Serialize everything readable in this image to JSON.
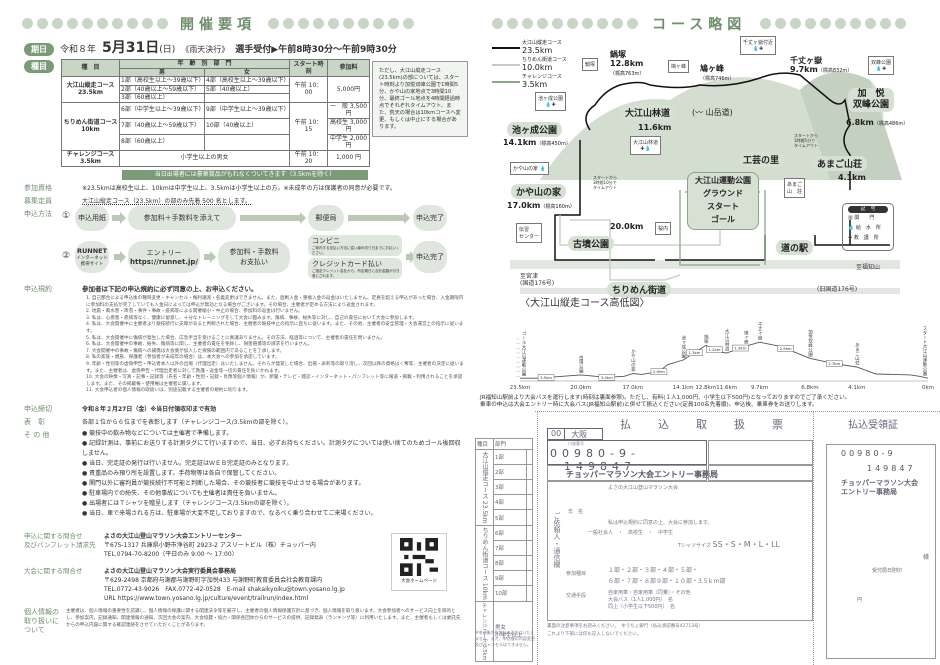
{
  "left": {
    "title": "開催要項",
    "date": {
      "label": "期日",
      "era": "令和８年",
      "date": "5月31日",
      "weekday": "(日)",
      "weather": "《雨天決行》",
      "reception": "選手受付▶午前8時30分〜午前9時30分"
    },
    "events": {
      "label": "種目",
      "headers": {
        "event": "種　目",
        "age": "年　齢　別　部　門",
        "male": "男",
        "female": "女",
        "start": "スタート時刻",
        "fee": "参加料"
      },
      "rows": [
        {
          "name": "大江山縦走コース",
          "dist": "23.5km",
          "male": [
            "1部（高校生以上〜39歳以下）",
            "2部（40歳以上〜59歳以下）",
            "3部（60歳以上）"
          ],
          "female": [
            "4部（高校生以上〜39歳以下）",
            "5部（40歳以上）",
            ""
          ],
          "start": "午前 10：00",
          "fee": [
            "5,000円"
          ]
        },
        {
          "name": "ちりめん街道コース",
          "dist": "10km",
          "male": [
            "6部（中学生以上〜39歳以下）",
            "7部（40歳以上〜59歳以下）",
            "8部（60歳以上）"
          ],
          "female": [
            "9部（中学生以上〜39歳以下）",
            "10部（40歳以上）",
            ""
          ],
          "start": "午前 10：15",
          "fee": [
            "一　般 3,500円",
            "高校生 3,000円",
            "中学生 2,000円"
          ]
        },
        {
          "name": "チャレンジコース3.5km",
          "dist": "",
          "all": "小学生以上の男女",
          "start": "午前 10：20",
          "fee": [
            "1,000 円"
          ]
        }
      ],
      "note": "ただし、大江山縦走コース(23.5km)の部については、スタート時刻より加悦双峰公園で1時間5分、かや山の家地点で3時間10分、最終ゴール地点を4時間経過時点でそれぞれタイムアウト、また、荒天の場合は10kmコースへ変更、もしくは中止にする場合があります。",
      "banner": "当日出場者には豪華賞品がもれなくついてきます（3.5kmを除く）"
    },
    "eligibility": {
      "label": "参加資格",
      "text": "※23.5kmは高校生以上、10kmは中学生以上、3.5kmは小学生以上の方。※未成年の方は保護者の同意が必要です。"
    },
    "capacity": {
      "label": "募集定員",
      "text": "大江山縦走コース（23.5km）の部のみ先着 500 名とします。"
    },
    "method": {
      "label": "申込方法",
      "flow1": {
        "num": "①",
        "steps": [
          "申込用紙",
          "参加料＋手数料を添えて",
          "郵便局",
          "申込完了"
        ]
      },
      "flow2": {
        "num": "②",
        "site": "RUNNET",
        "site_sub": "インターネット\n携帯サイト",
        "entry": "エントリー",
        "url": "https://runnet.jp/",
        "pay": "参加料・手数料\nお支払い",
        "conv": "コンビニ",
        "conv_sub": "ご案内する支払い方法に従い締め切り日までにお払いください。",
        "card": "クレジットカード払い",
        "card_sub": "ご指定クレジット会社から、所定期日に合計金額が引き落とされます。",
        "done": "申込完了"
      }
    },
    "terms": {
      "label": "申込規約",
      "lead": "参加者は下記の申込規約に必ず同意の上、お申込ください。",
      "items": [
        "1. 自己都合による申込後の種目変更・キャンセル・権利譲渡・名義変更はできません。また、過剰入金・重複入金の返金はいたしません。定員を超える申込があった場合、入金期限内に参加料の支払が完了していても入金日によっては申込が無効となる場合がございます。その場合、主催者が定める方法により返金されます。",
        "2. 地震・風水害・降雪・事件・事故・疫病等による開催縮小・中止の場合、参加料の返金は行いません。",
        "3. 私は、心疾患・疾病等なく、健康に留意し、十分なトレーニングをして大会に臨みます。傷病、事故、紛失等に対し、自己の責任において大会に参加します。",
        "4. 私は、大会開催中に主催者より競技続行に支障があると判断された場合、主催者の競技中止の指示に直ちに従います。また、その他、主催者の安全管理・大会運営上の指示に従います。",
        "5. 私は、大会開催中に傷病が発生した場合、応急手当を受けることに異議ありません。その方法、経過等について、主催者の責任を問いません。",
        "6. 私は、大会開催中の事故、紛失、傷病等に関し、主催者の責任を免除し、損害賠償等の請求を行いません。",
        "7. 大会開催中の事故・傷病への補償は大会側が加入した保険の範囲内であることを了承します。",
        "8. 私の家族・親族、保護者（参加者が未成年の場合）は、本大会への参加を承諾しています。",
        "9. 年齢・性別等の虚偽申告・申込者本人以外の出場（代理出走）はいたしません。それらが発覚した場合、出場・表彰等の取り消し、次回以降の資格はく奪等、主催者の決定に従います。また、主催者は、虚偽申告・代理出走者に対して救護・返金等一切の責任を負いかねます。",
        "10. 大会の映像・写真・記事・記録等（氏名・年齢・性別・記録・肖像等個人情報）が、新聞・テレビ・雑誌・インターネット・パンフレット等に報道・掲載・利用されることを承諾します。また、その掲載権・使用権は主催者に属します。",
        "11. 大会申込者の個人情報の取扱いは、別途記載する主催者の規約に則ります。"
      ]
    },
    "deadline": {
      "label": "申込締切",
      "text": "令和８年２月27日（金）※当日付領収印まで有効"
    },
    "award": {
      "label": "表　彰",
      "text": "各部１位から６位までを表彰します（チャレンジコース/3.5kmの部を除く）。"
    },
    "other": {
      "label": "そ の 他",
      "items": [
        "競技中の飲み物などについては主催者で準備します。",
        "記録計測は、事前にお送りする計測タグにて行いますので、当日、必ずお持ちください。計測タグについては使い捨てのためゴール後回収しません。",
        "当日、完走証の発行は行いません。完走証はＷＥＢ完走証のみとなります。",
        "貴重品のみ預り所を設置します。手荷物等は各自で保管してください。",
        "関門以外に審判員が競技続行不可能と判断した場合、その競技者に競技を中止させる場合があります。",
        "駐車場内での紛失、その他事故についても主催者は責任を負いません。",
        "出場者にはＴシャツを贈呈します（チャレンジコース/3.5kmの部を除く）。",
        "当日、車で来場される方は、駐車場が大変不足しておりますので、なるべく乗り合わせてご来場ください。"
      ]
    },
    "contact1": {
      "label": "申込に関する問合せ\n及びパンフレット請求先",
      "org": "よさの大江山登山マラソン大会エントリーセンター",
      "addr": "〒675-1317 兵庫県小野市浄谷町 2923-2 アスリートビル（株）チョッパー内",
      "tel": "TEL.0794-70-8200（平日のみ 9:00 〜 17:00）"
    },
    "contact2": {
      "label": "大会に関する問合せ",
      "org": "よさの大江山登山マラソン大会実行委員会事務局",
      "addr": "〒629-2498 京都府与謝郡与謝野町字加悦433 与謝野町教育委員会社会教育課内",
      "tel": "TEL.0772-43-9026　FAX.0772-42-0528　E-mail  shakaikyoiku@town.yosano.lg.jp",
      "url": "URL  https://www.town.yosano.lg.jp/culture/event/trailrun/index.html"
    },
    "qr_caption": "大会ホームページ",
    "privacy": {
      "label": "個人情報の\n取り扱いに\nついて",
      "text": "主催者は、個人情報の重要性を認識し、個人情報の保護に関する関連法令等を厳守し、主催者の個人情報保護方針に基づき、個人情報を取り扱います。大会参加者へのサービス向上を目的とし、参加案内、記録通知、関連情報の通知、次回大会の案内、大会協賛・協力・関係各団体からのサービスの提供、記録発表（ランキング等）に利用いたします。また、主催者もしくは委託先からの申込内容に関する確認連絡をさせていただくことがあります。"
    }
  },
  "right": {
    "title": "コース略図",
    "legend": [
      {
        "name": "大江山縦走コース",
        "dist": "23.5km",
        "color": "#111111"
      },
      {
        "name": "ちりめん街道コース",
        "dist": "10.0km",
        "color": "#c2cbc0"
      },
      {
        "name": "チャレンジコース",
        "dist": "3.5km",
        "color": "#8aa687"
      }
    ],
    "map": {
      "places": {
        "ikegan": "池ヶ成公園",
        "kaya": "かや山の家",
        "kofun": "古墳公園",
        "chirimen": "ちりめん街道",
        "rindo": "大江山林道",
        "kogei": "工芸の里",
        "amago": "あまご山荘",
        "kaetsu": "加　悦\n双峰公園",
        "michi": "道の駅",
        "ground": "大江山運動公園\nグラウンド\nスタート\nゴール"
      },
      "km": {
        "nabezuka": "鍋塚",
        "nabezuka_km": "12.8km",
        "nabezuka_h": "（標高763m）",
        "hato": "鳩ヶ峰",
        "hato_h": "（標高746m）",
        "senjo": "千丈ヶ嶽",
        "senjo_km": "9.7km",
        "senjo_h": "（標高832m）",
        "kaetsu_km": "6.8km",
        "kaetsu_h": "（標高486m）",
        "ikegan_km": "14.1km",
        "ikegan_h": "（標高450m）",
        "kaya_km": "17.0km",
        "kaya_h": "（標高160m）",
        "rindo_km": "11.6km",
        "kofun_km": "20.0km",
        "amago_km": "4.1km"
      },
      "boxes": {
        "nabezuka": "鍋塚",
        "hato": "鳩ヶ峰",
        "senjo": "千丈ヶ嶽付近",
        "sohou": "双峰公園",
        "ikegan": "池ヶ成公園",
        "rindo": "大江山林道",
        "kaya": "かや山の家",
        "densho": "伝習\nセンター",
        "sakurauchi": "桜内",
        "amago": "あまご\n山　荘"
      },
      "mountain_road": "山岳道",
      "timeout1": "スタートから\n1時間5分で\nタイムアウト",
      "timeout2": "スタートから\n3時間10分で\nタイムアウト",
      "roads": {
        "miyazu": "至宮津\n(国道176号)",
        "fukuchiyama": "至福知山",
        "old176": "(旧国道176号)"
      },
      "key": {
        "title": "記　号",
        "gate": "関　　門",
        "water": "給　水　所",
        "aid": "救　護　所"
      }
    },
    "profile": {
      "title": "〈大江山縦走コース高低図〉",
      "ticks": [
        "23.5km",
        "20.0km",
        "17.0km",
        "14.1km",
        "12.8km",
        "11.6km",
        "9.7km",
        "6.8km",
        "4.1km",
        "0km"
      ],
      "points": [
        {
          "km": 23.5,
          "alt": 60
        },
        {
          "km": 22.5,
          "alt": 60
        },
        {
          "km": 20.0,
          "alt": 130
        },
        {
          "km": 18.5,
          "alt": 80
        },
        {
          "km": 17.5,
          "alt": 100
        },
        {
          "km": 17.0,
          "alt": 160
        },
        {
          "km": 16.5,
          "alt": 140
        },
        {
          "km": 15.5,
          "alt": 200
        },
        {
          "km": 15.0,
          "alt": 350
        },
        {
          "km": 14.1,
          "alt": 450
        },
        {
          "km": 12.8,
          "alt": 763
        },
        {
          "km": 12.0,
          "alt": 620
        },
        {
          "km": 11.6,
          "alt": 600
        },
        {
          "km": 10.5,
          "alt": 746
        },
        {
          "km": 9.7,
          "alt": 832
        },
        {
          "km": 8.5,
          "alt": 740
        },
        {
          "km": 6.8,
          "alt": 486
        },
        {
          "km": 5.5,
          "alt": 380
        },
        {
          "km": 4.1,
          "alt": 300
        },
        {
          "km": 3.0,
          "alt": 150
        },
        {
          "km": 1.0,
          "alt": 130
        },
        {
          "km": 0.5,
          "alt": 100
        },
        {
          "km": 0,
          "alt": 60
        }
      ],
      "labels": [
        "ゴール大江山運動公園",
        "古墳公園",
        "かや山の家",
        "池ヶ成公園",
        "鍋塚",
        "大江山林道",
        "鳩ヶ峰",
        "千丈ヶ嶽",
        "加悦双峰公園",
        "あまご山荘",
        "スタート大江山運動公園"
      ],
      "segments": [
        "3.5km",
        "3.0km",
        "2.9km",
        "1.3km",
        "1.2km",
        "1.9km",
        "2.9km",
        "2.7km"
      ]
    },
    "bus_note": [
      "JR福知山駅前より大会バスを運行します(時刻は裏面参照)。ただし、有料(１人1,000円、小学生以下500円)となっておりますのでご了承ください。",
      "乗車の申込は大会エントリー時に大会バス(JR福知山駅前)と併せて振込ください(定員100名先着順)。申込後、乗車券をお送りします。"
    ],
    "form": {
      "title": "払　込　取　扱　票",
      "code": "00",
      "city": "大阪",
      "account_label": "口座番号",
      "account1": "00980",
      "account2": "9",
      "account3": "149847",
      "payee": "チョッパーマラソン大会エントリー事務局",
      "event": "よさの大江山登山マラソン大会",
      "name": "氏　名",
      "consent": "私は申込規約に同意の上、大会に参加します。",
      "job": "一般社会人　・　高校生　・　中学生",
      "tshirt_label": "Tシャツサイズ",
      "tshirt": "SS・S・M・L・LL",
      "dept_label": "参加種目",
      "dept1": "１部・２部・３部・４部・５部・",
      "dept2": "６部・７部・８部９部・１０部・3.5ｋｍ部",
      "transport_label": "交通手段",
      "transport": [
        "自家用車・自家用車（同乗）・その他",
        "大会バス（1人1,000円）　名",
        "同上（小学生以下500円）　名"
      ],
      "side": "ご依頼人・通信欄",
      "footer": "裏面の注意事項をお読みください。　ゆうちょ銀行（払込承認番号42713号）",
      "footer2": "これより下部には何も記入しないでください。",
      "side_table": {
        "h1": "種目",
        "h2": "部門",
        "course1": "大江山縦走コース",
        "course1_km": "23.5km",
        "course2": "ちりめん街道コース",
        "course2_km": "10km",
        "course3": "チャレンジコース",
        "course3_km": "3.5km",
        "course3_cat": "男女\n小学生以上",
        "rows": [
          "1部",
          "2部",
          "3部",
          "4部",
          "5部",
          "6部",
          "7部",
          "8部",
          "9部",
          "10部"
        ]
      },
      "side_note": "※申込後の参加料の返金はいたしません。また、申込後の内容変更及びキャンセルはできません。"
    },
    "receipt": {
      "title": "払込受領証",
      "account1": "00980",
      "account2": "9",
      "account3": "149847",
      "payee": "チョッパーマラソン大会\nエントリー事務局",
      "sama": "様",
      "stamp": "受付局日附印",
      "yen": "円"
    }
  }
}
